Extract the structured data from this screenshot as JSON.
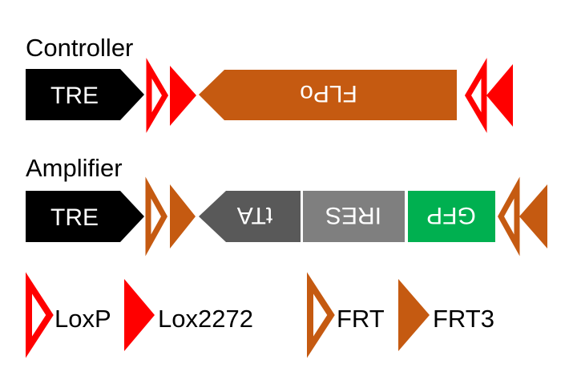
{
  "colors": {
    "red": "#ff0000",
    "orange": "#c55a11",
    "black": "#000000",
    "ttA": "#595959",
    "ires": "#7f7f7f",
    "gfp": "#00b050"
  },
  "controller": {
    "title": "Controller",
    "promoter": "TRE",
    "gene": "FLPo"
  },
  "amplifier": {
    "title": "Amplifier",
    "promoter": "TRE",
    "genes": [
      "tTA",
      "IRES",
      "GFP"
    ]
  },
  "legend": [
    {
      "label": "LoxP",
      "style": "hollow",
      "color": "#ff0000"
    },
    {
      "label": "Lox2272",
      "style": "filled",
      "color": "#ff0000"
    },
    {
      "label": "FRT",
      "style": "hollow",
      "color": "#c55a11"
    },
    {
      "label": "FRT3",
      "style": "filled",
      "color": "#c55a11"
    }
  ]
}
